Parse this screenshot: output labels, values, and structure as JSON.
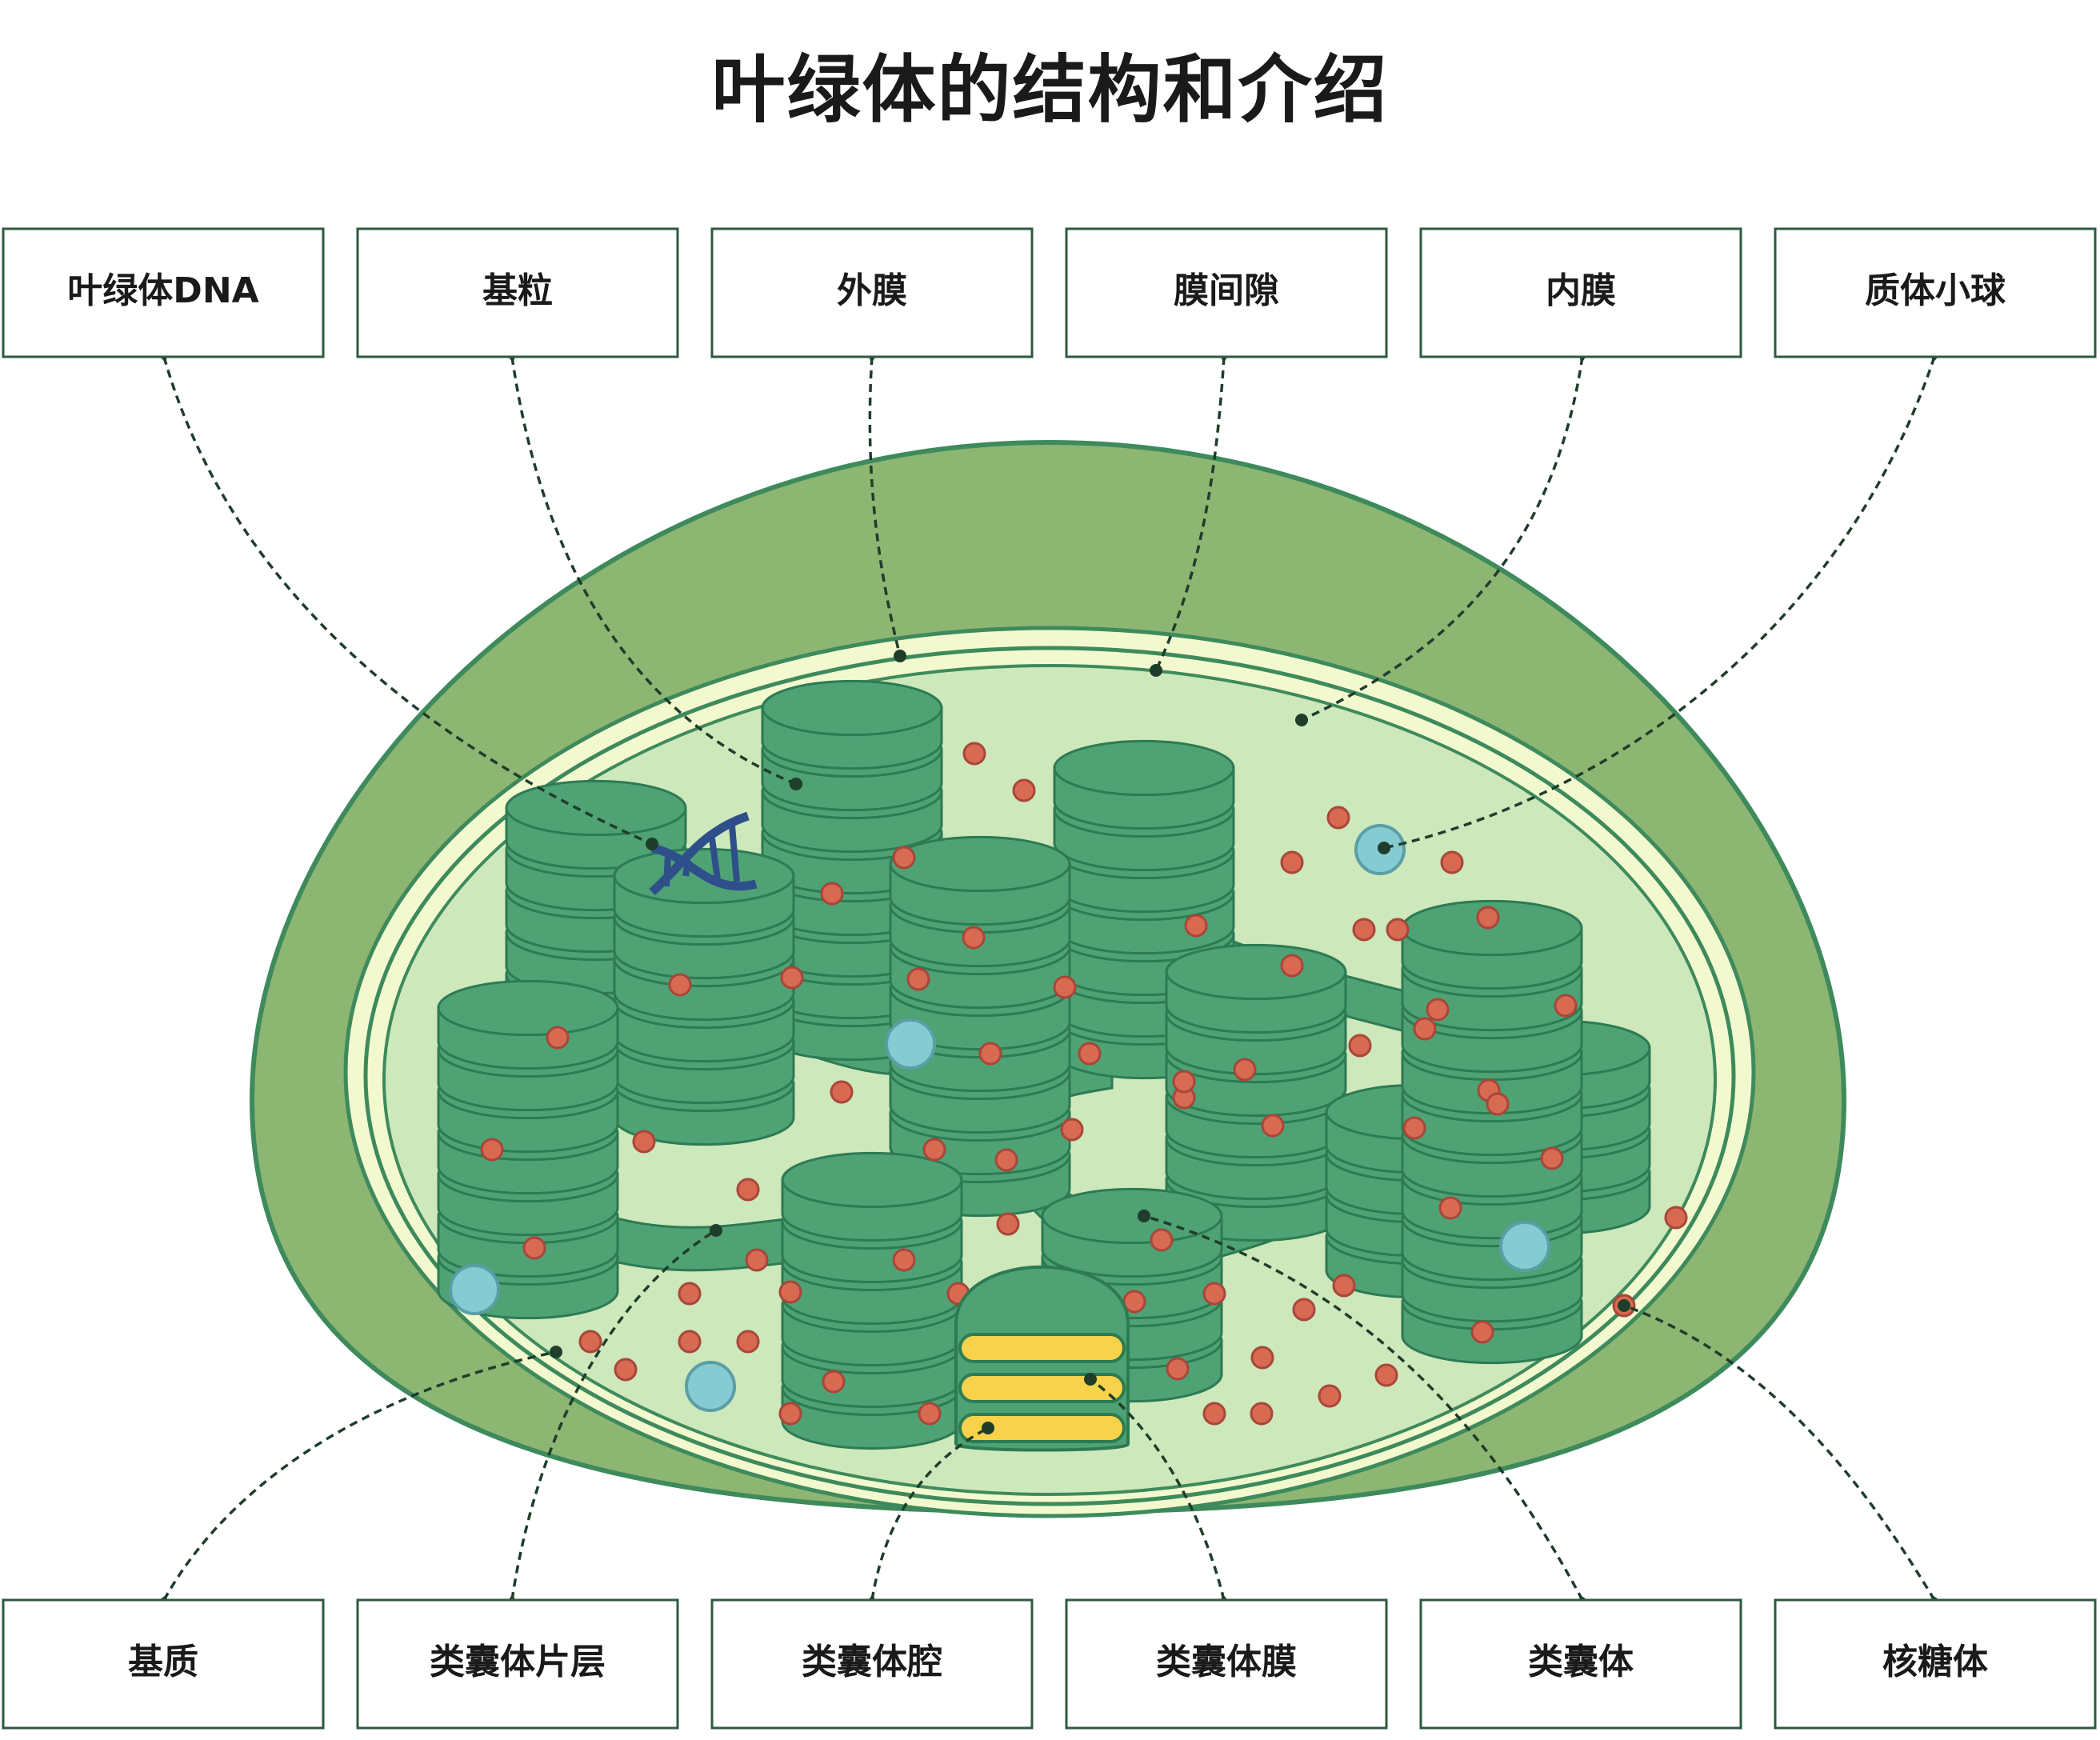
{
  "title": "叶绿体的结构和介绍",
  "labels_top": [
    {
      "id": "dna",
      "text": "叶绿体DNA"
    },
    {
      "id": "granum",
      "text": "基粒"
    },
    {
      "id": "outer",
      "text": "外膜"
    },
    {
      "id": "intermembrane",
      "text": "膜间隙"
    },
    {
      "id": "inner",
      "text": "内膜"
    },
    {
      "id": "plastoglobule",
      "text": "质体小球"
    }
  ],
  "labels_bottom": [
    {
      "id": "stroma",
      "text": "基质"
    },
    {
      "id": "lamella",
      "text": "类囊体片层"
    },
    {
      "id": "lumen",
      "text": "类囊体腔"
    },
    {
      "id": "tmembrane",
      "text": "类囊体膜"
    },
    {
      "id": "thylakoid",
      "text": "类囊体"
    },
    {
      "id": "ribosome",
      "text": "核糖体"
    }
  ],
  "colors": {
    "outer_membrane": "#8cb672",
    "intermembrane_space": "#f3f9cf",
    "stroma": "#cde8bb",
    "thylakoid": "#4ea274",
    "thylakoid_edge": "#2d7a53",
    "lumen": "#f8d24a",
    "ribosome": "#d96a52",
    "plastoglobule": "#86cbd2",
    "dna": "#2e4f8a",
    "leader": "#1f3d2b"
  },
  "icons": [
    "dna-helix-icon"
  ]
}
